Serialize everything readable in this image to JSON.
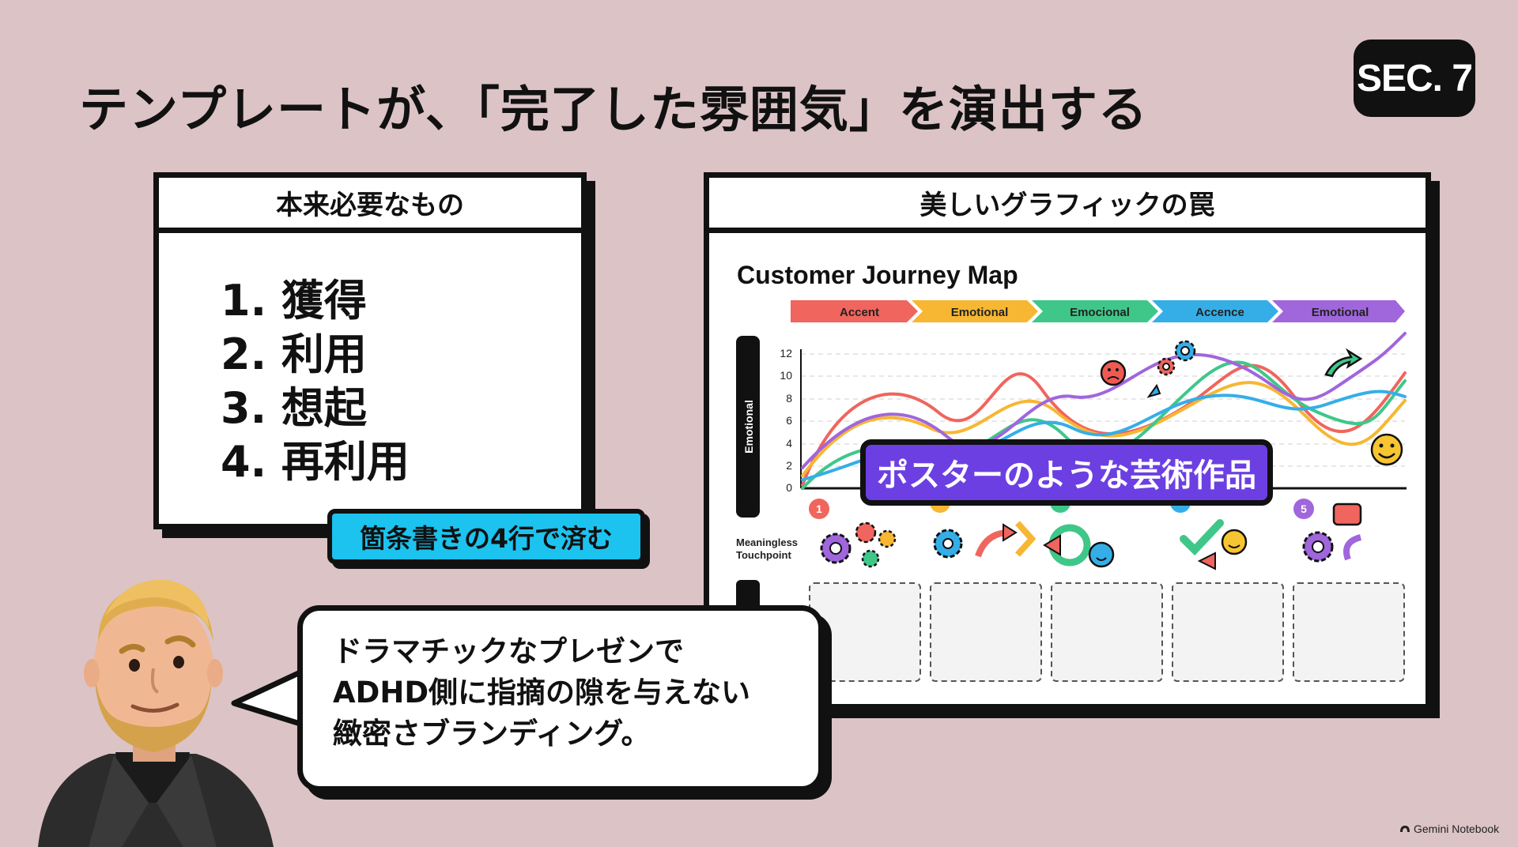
{
  "slide": {
    "title": "テンプレートが、「完了した雰囲気」を演出する",
    "section_badge": "SEC. 7"
  },
  "left_panel": {
    "header": "本来必要なもの",
    "items": [
      "1. 獲得",
      "2. 利用",
      "3. 想起",
      "4. 再利用"
    ],
    "tag": "箇条書きの4行で済む"
  },
  "right_panel": {
    "header": "美しいグラフィックの罠",
    "map_title": "Customer Journey Map",
    "stages": [
      {
        "label": "Accent",
        "color": "#f0655d"
      },
      {
        "label": "Emotional",
        "color": "#f7b733"
      },
      {
        "label": "Emocional",
        "color": "#3fc78a"
      },
      {
        "label": "Accence",
        "color": "#35aee8"
      },
      {
        "label": "Emotional",
        "color": "#a066dc"
      }
    ],
    "y_axis_label": "Emotional",
    "y_ticks": [
      "12",
      "10",
      "8",
      "6",
      "4",
      "2",
      "0"
    ],
    "touchpoint_label_1": "Meaningless",
    "touchpoint_label_2": "Touchpoint",
    "step_1": "1",
    "step_5": "5",
    "banner": "ポスターのような芸術作品"
  },
  "bubble": {
    "lines": [
      "ドラマチックなプレゼンで",
      "ADHD側に指摘の隙を与えない",
      "緻密さブランディング。"
    ]
  },
  "watermark": "Gemini Notebook",
  "colors": {
    "background": "#dcc3c6",
    "ink": "#111111",
    "cyan": "#1cc3ef",
    "purple": "#6c3fe3"
  }
}
